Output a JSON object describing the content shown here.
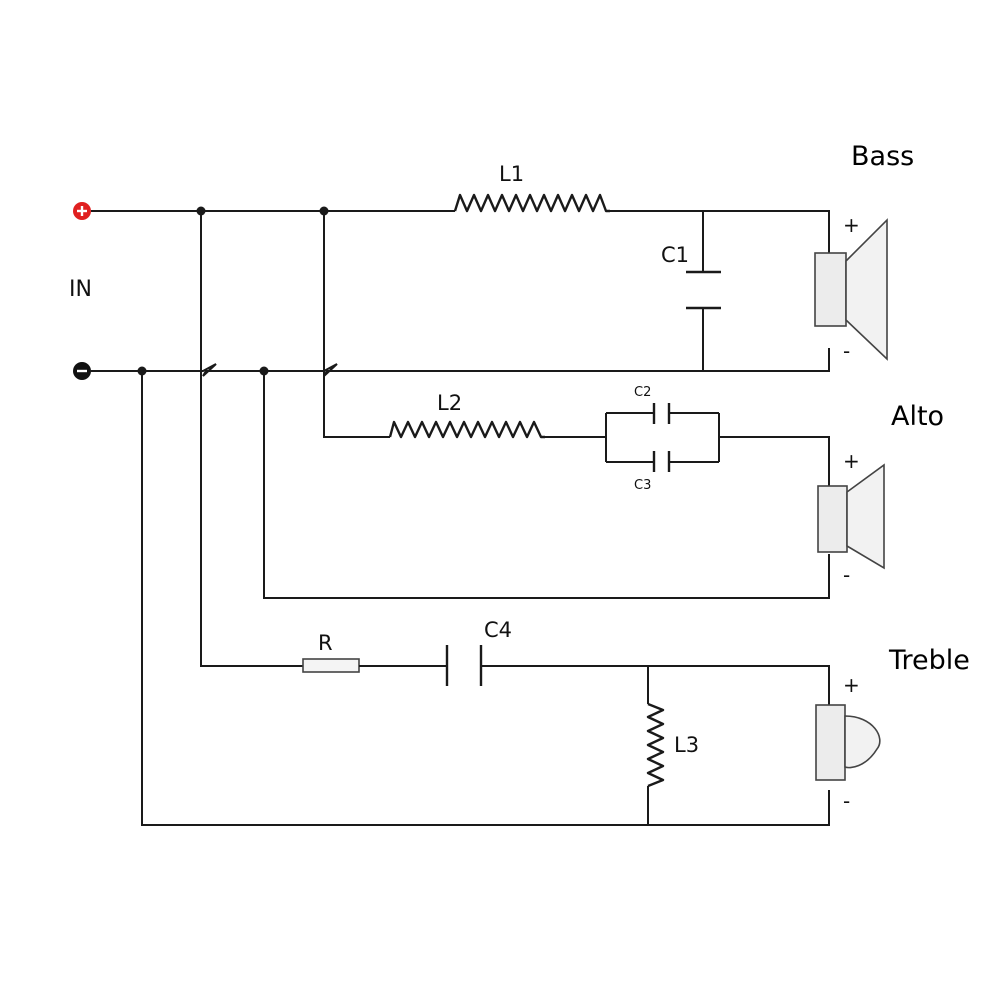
{
  "input": {
    "label": "IN",
    "positive_symbol": "+",
    "negative_symbol": "−",
    "positive_color": "#e02020",
    "negative_color": "#111111"
  },
  "components": {
    "L1": "L1",
    "L2": "L2",
    "L3": "L3",
    "C1": "C1",
    "C2": "C2",
    "C3": "C3",
    "C4": "C4",
    "R": "R"
  },
  "speakers": {
    "bass": {
      "label": "Bass",
      "plus": "+",
      "minus": "-"
    },
    "alto": {
      "label": "Alto",
      "plus": "+",
      "minus": "-"
    },
    "treble": {
      "label": "Treble",
      "plus": "+",
      "minus": "-"
    }
  }
}
